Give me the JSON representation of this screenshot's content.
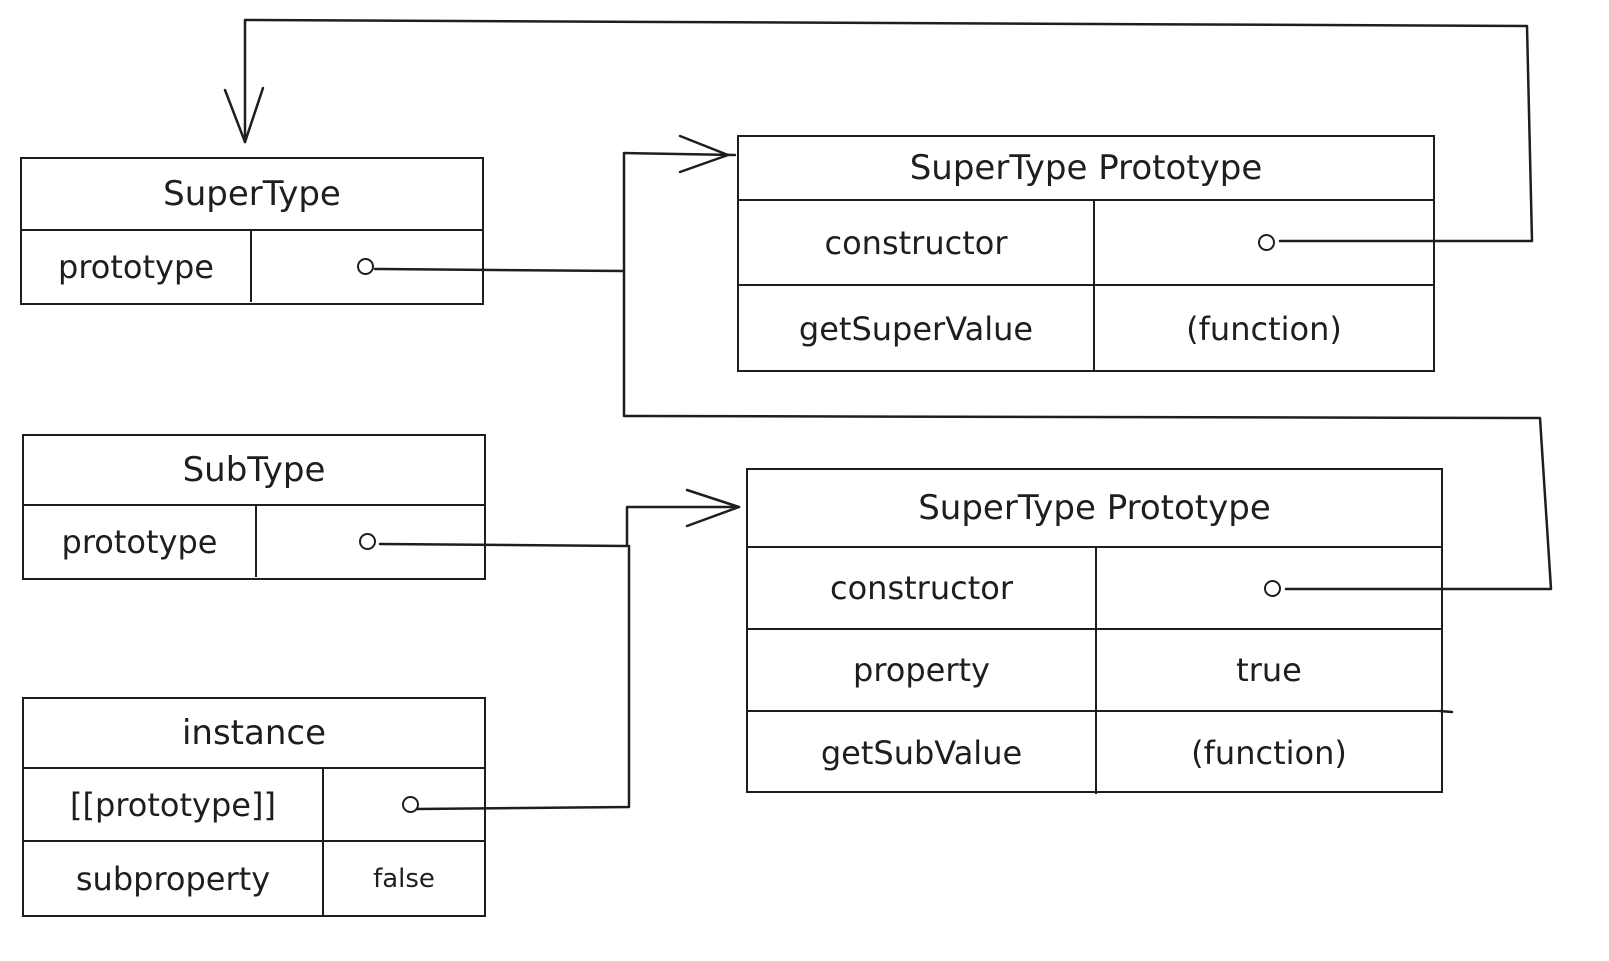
{
  "diagram": {
    "stroke_color": "#1e1e1e",
    "background_color": "#ffffff",
    "supertype": {
      "title": "SuperType",
      "rows": [
        {
          "key": "prototype",
          "value": "",
          "is_pointer": true
        }
      ]
    },
    "subtype": {
      "title": "SubType",
      "rows": [
        {
          "key": "prototype",
          "value": "",
          "is_pointer": true
        }
      ]
    },
    "instance": {
      "title": "instance",
      "rows": [
        {
          "key": "[[prototype]]",
          "value": "",
          "is_pointer": true
        },
        {
          "key": "subproperty",
          "value": "false",
          "is_pointer": false
        }
      ]
    },
    "supertype_prototype": {
      "title": "SuperType Prototype",
      "rows": [
        {
          "key": "constructor",
          "value": "",
          "is_pointer": true
        },
        {
          "key": "getSuperValue",
          "value": "(function)",
          "is_pointer": false
        }
      ]
    },
    "subtype_prototype": {
      "title": "SuperType Prototype",
      "rows": [
        {
          "key": "constructor",
          "value": "",
          "is_pointer": true
        },
        {
          "key": "property",
          "value": "true",
          "is_pointer": false
        },
        {
          "key": "getSubValue",
          "value": "(function)",
          "is_pointer": false
        }
      ]
    },
    "connections": [
      {
        "from": "supertype.prototype",
        "to": "supertype_prototype"
      },
      {
        "from": "supertype_prototype.constructor",
        "to": "supertype"
      },
      {
        "from": "subtype_prototype.constructor",
        "to": "supertype_prototype"
      },
      {
        "from": "subtype.prototype",
        "to": "subtype_prototype"
      },
      {
        "from": "instance.[[prototype]]",
        "to": "subtype_prototype"
      }
    ]
  }
}
